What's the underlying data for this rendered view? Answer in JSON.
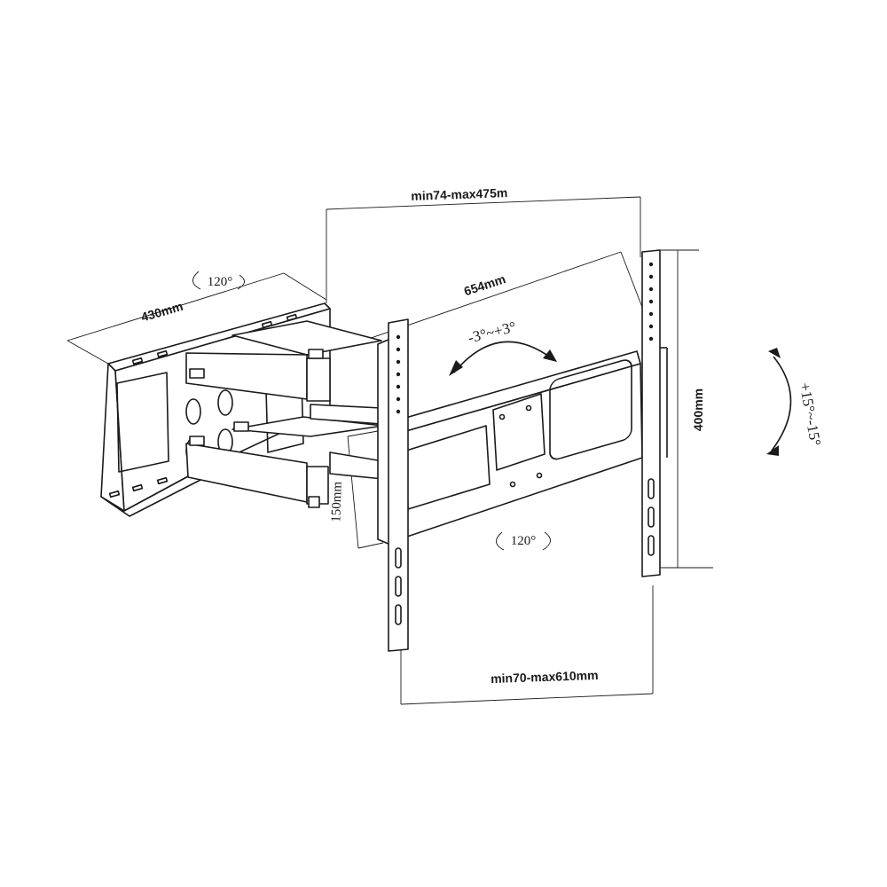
{
  "labels": {
    "arm_extension": "min74-max475m",
    "plate_width": "430mm",
    "arm_length": "654mm",
    "tilt_small": "-3°~+3°",
    "vesa_vertical": "400mm",
    "tilt_large": "+15°~-15°",
    "plate_height": "150mm",
    "swivel_wall": "120°",
    "swivel_tv": "120°",
    "vesa_horizontal": "min70-max610mm"
  },
  "colors": {
    "line": "#1a1a1a",
    "background": "#ffffff"
  }
}
